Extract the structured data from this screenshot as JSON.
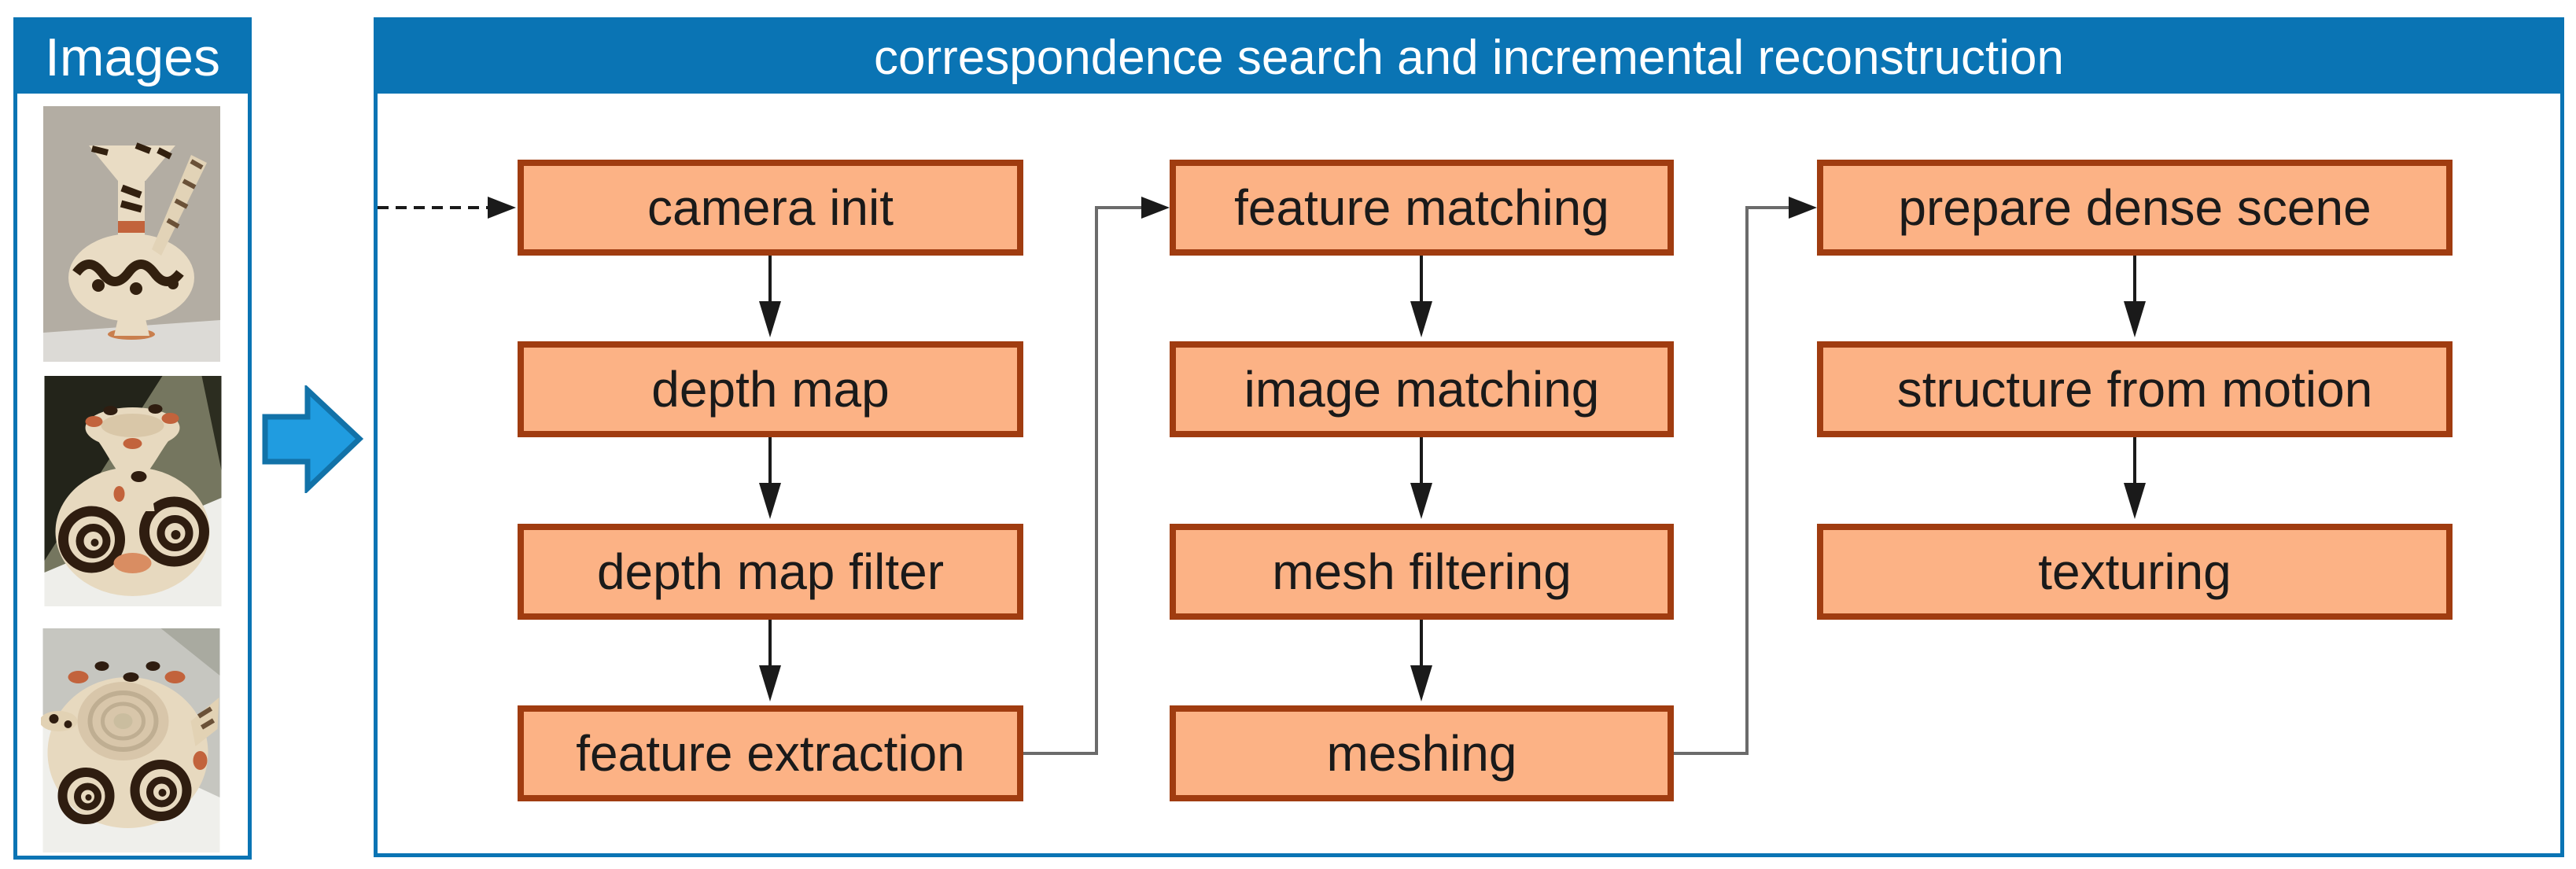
{
  "images_panel": {
    "header": "Images",
    "photos": [
      {
        "icon": "ceramic-vessel-side-view-photo"
      },
      {
        "icon": "ceramic-vessel-three-quarter-view-photo"
      },
      {
        "icon": "ceramic-vessel-top-view-photo"
      }
    ]
  },
  "pipeline": {
    "header": "correspondence search and incremental reconstruction",
    "columns": [
      {
        "steps": [
          "camera init",
          "depth map",
          "depth map filter",
          "feature extraction"
        ]
      },
      {
        "steps": [
          "feature matching",
          "image matching",
          "mesh filtering",
          "meshing"
        ]
      },
      {
        "steps": [
          "prepare dense scene",
          "structure from motion",
          "texturing"
        ]
      }
    ]
  },
  "colors": {
    "panel_blue": "#0a74b4",
    "block_arrow_fill": "#209ce0",
    "block_arrow_border": "#1272a8",
    "node_fill": "#fcb285",
    "node_border": "#a03c10",
    "connector_gray": "#6b6b6b",
    "arrow_black": "#1a1a1a"
  }
}
